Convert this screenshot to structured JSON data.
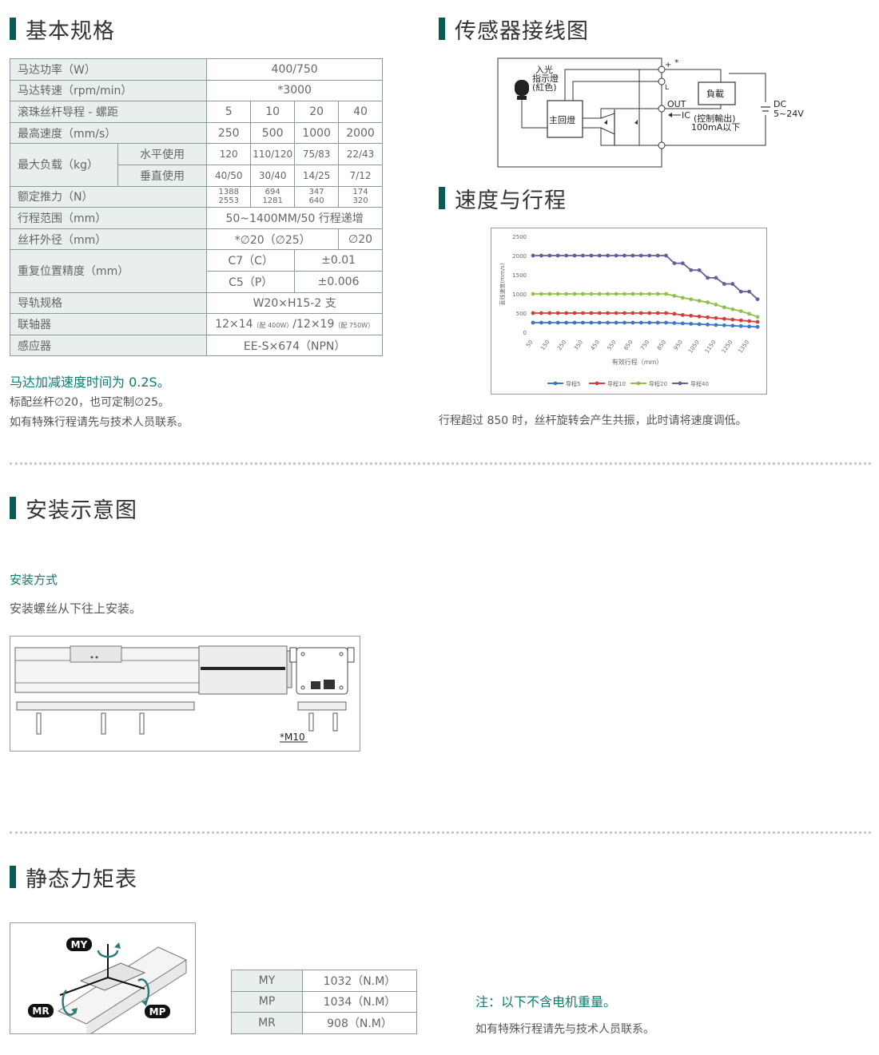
{
  "sections": {
    "basic_spec": "基本规格",
    "sensor_wiring": "传感器接线图",
    "speed_stroke": "速度与行程",
    "install": "安装示意图",
    "static_moment": "静态力矩表"
  },
  "spec_table": {
    "motor_power": {
      "label": "马达功率（W）",
      "value": "400/750"
    },
    "motor_speed": {
      "label": "马达转速（rpm/min）",
      "value": "*3000"
    },
    "lead": {
      "label": "滚珠丝杆导程 - 螺距",
      "values": [
        "5",
        "10",
        "20",
        "40"
      ]
    },
    "max_speed": {
      "label": "最高速度（mm/s）",
      "values": [
        "250",
        "500",
        "1000",
        "2000"
      ]
    },
    "max_load": {
      "label": "最大负载（kg）",
      "horizontal": {
        "label": "水平使用",
        "values": [
          "120",
          "110/120",
          "75/83",
          "22/43"
        ]
      },
      "vertical": {
        "label": "垂直使用",
        "values": [
          "40/50",
          "30/40",
          "14/25",
          "7/12"
        ]
      }
    },
    "thrust": {
      "label": "额定推力（N）",
      "values": [
        [
          "1388",
          "2553"
        ],
        [
          "694",
          "1281"
        ],
        [
          "347",
          "640"
        ],
        [
          "174",
          "320"
        ]
      ]
    },
    "stroke": {
      "label": "行程范围（mm）",
      "value": "50~1400MM/50 行程递增"
    },
    "screw_dia": {
      "label": "丝杆外径（mm）",
      "value_a": "*∅20（∅25）",
      "value_b": "∅20"
    },
    "repeat": {
      "label": "重复位置精度（mm）",
      "rows": [
        [
          "C7（C）",
          "±0.01"
        ],
        [
          "C5（P）",
          "±0.006"
        ]
      ]
    },
    "rail": {
      "label": "导轨规格",
      "value": "W20×H15-2 支"
    },
    "coupling": {
      "label": "联轴器",
      "v1": "12×14",
      "s1": "（配 400W）",
      "v2": "/12×19",
      "s2": "（配 750W）"
    },
    "sensor": {
      "label": "感应器",
      "value": "EE-S×674（NPN）"
    }
  },
  "notes_left": {
    "accel": "马达加减速度时间为 0.2S。",
    "std_screw": "标配丝杆∅20，也可定制∅25。",
    "contact": "如有特殊行程请先与技术人员联系。"
  },
  "wiring": {
    "lamp_label1": "入光",
    "lamp_label2": "指示燈",
    "lamp_label3": "(紅色)",
    "main_circuit": "主回燈",
    "load": "負載",
    "out": "OUT",
    "ic": "IC",
    "ctrl": "(控制輸出)",
    "current": "100mA以下",
    "dc": "DC",
    "voltage": "5~24V",
    "star": "*",
    "plus": "+",
    "minus": "−",
    "L": "L"
  },
  "speed_note": "行程超过 850 时，丝杆旋转会产生共振，此时请将速度调低。",
  "install": {
    "method_title": "安装方式",
    "method_text": "安装螺丝从下往上安装。",
    "bolt_label": "*M10"
  },
  "moment": {
    "rows": [
      {
        "axis": "MY",
        "value": "1032（N.M）"
      },
      {
        "axis": "MP",
        "value": "1034（N.M）"
      },
      {
        "axis": "MR",
        "value": "908（N.M）"
      }
    ],
    "labels": {
      "my": "MY",
      "mr": "MR",
      "mp": "MP"
    },
    "note_green": "注：以下不含电机重量。",
    "note": "如有特殊行程请先与技术人员联系。"
  },
  "chart_data": {
    "type": "line",
    "xlabel": "有效行程（mm）",
    "ylabel": "直线速度(mm/s)",
    "ylim": [
      0,
      2500
    ],
    "yticks": [
      0,
      500,
      1000,
      1500,
      2000,
      2500
    ],
    "x": [
      50,
      100,
      150,
      200,
      250,
      300,
      350,
      400,
      450,
      500,
      550,
      600,
      650,
      700,
      750,
      800,
      850,
      900,
      950,
      1000,
      1050,
      1100,
      1150,
      1200,
      1250,
      1300,
      1350,
      1400
    ],
    "xticks": [
      "50",
      "150",
      "250",
      "350",
      "450",
      "550",
      "650",
      "750",
      "850",
      "950",
      "1050",
      "1150",
      "1250",
      "1350"
    ],
    "legend_position": "bottom",
    "series": [
      {
        "name": "导程5",
        "color": "#3b78c4",
        "values": [
          250,
          250,
          250,
          250,
          250,
          250,
          250,
          250,
          250,
          250,
          250,
          250,
          250,
          250,
          250,
          250,
          250,
          240,
          230,
          220,
          210,
          200,
          190,
          180,
          170,
          160,
          150,
          140
        ]
      },
      {
        "name": "导程10",
        "color": "#d43f3a",
        "values": [
          500,
          500,
          500,
          500,
          500,
          500,
          500,
          500,
          500,
          500,
          500,
          500,
          500,
          500,
          500,
          500,
          500,
          480,
          450,
          430,
          410,
          390,
          370,
          350,
          330,
          310,
          290,
          270
        ]
      },
      {
        "name": "导程20",
        "color": "#8fc24a",
        "values": [
          1000,
          1000,
          1000,
          1000,
          1000,
          1000,
          1000,
          1000,
          1000,
          1000,
          1000,
          1000,
          1000,
          1000,
          1000,
          1000,
          1000,
          950,
          900,
          860,
          820,
          780,
          720,
          650,
          600,
          550,
          480,
          400
        ]
      },
      {
        "name": "导程40",
        "color": "#6a5a9e",
        "values": [
          2000,
          2000,
          2000,
          2000,
          2000,
          2000,
          2000,
          2000,
          2000,
          2000,
          2000,
          2000,
          2000,
          2000,
          2000,
          2000,
          2000,
          1800,
          1800,
          1620,
          1620,
          1420,
          1420,
          1260,
          1260,
          1060,
          1060,
          860
        ]
      }
    ]
  }
}
